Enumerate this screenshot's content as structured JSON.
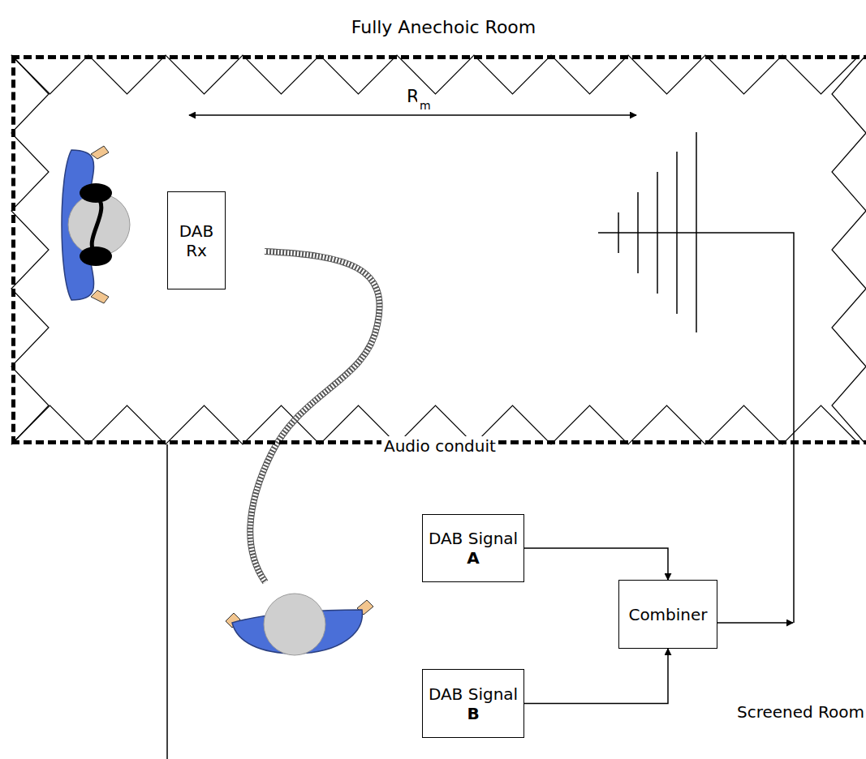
{
  "diagram": {
    "nodes": [
      {
        "text": [
          "Fully Anechoic Room"
        ]
      },
      {
        "text": [
          "DAB Rx"
        ],
        "in": 0
      },
      {
        "text": [
          "DAB Signal",
          "A"
        ]
      },
      {
        "text": [
          "DAB Signal",
          "B"
        ]
      },
      {
        "text": [
          "Combiner"
        ]
      }
    ],
    "edges": [
      {
        "from": 2,
        "to": 4,
        "arrow": "to"
      },
      {
        "from": 3,
        "to": 4,
        "arrow": "to"
      }
    ],
    "labels": [
      "R",
      "m",
      "Audio conduit",
      "Screened Room"
    ]
  }
}
